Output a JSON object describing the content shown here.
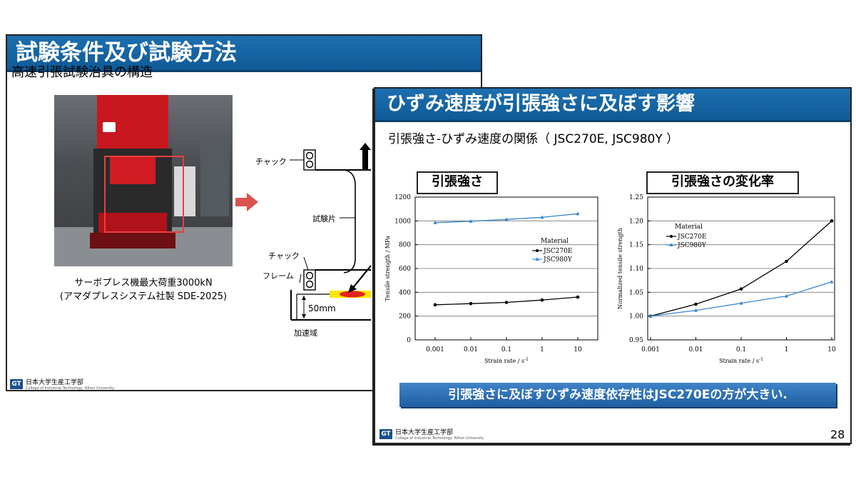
{
  "slide_back": {
    "title": "試験条件及び試験方法",
    "subtitle": "高速引張試験治具の構造",
    "caption_line1": "サーボプレス機最大荷重3000kN",
    "caption_line2": "(アマダプレスシステム社製  SDE-2025)",
    "diagram": {
      "chuck_top": "チャック",
      "specimen": "試験片",
      "chuck_mid": "チャック",
      "frame": "フレーム",
      "distance": "50mm",
      "acceleration": "加速域"
    },
    "logo_text": "日本大学生産工学部",
    "logo_sub": "College of Industrial Technology, Nihon University"
  },
  "slide_front": {
    "title": "ひずみ速度が引張強さに及ぼす影響",
    "subtitle": "引張強さ-ひずみ速度の関係（ JSC270E, JSC980Y ）",
    "chart1_heading": "引張強さ",
    "chart2_heading": "引張強さの変化率",
    "conclusion": "引張強さに及ぼすひずみ速度依存性はJSC270Eの方が大きい.",
    "logo_text": "日本大学生産工学部",
    "logo_sub": "College of Industrial Technology, Nihon University",
    "page_number": "28"
  },
  "colors": {
    "title_bar": "#1d6fb0",
    "series_black": "#000000",
    "series_blue": "#3a86c8",
    "press_red": "#c8171e"
  },
  "chart_data": [
    {
      "type": "line",
      "x_scale": "log",
      "x": [
        0.001,
        0.01,
        0.1,
        1,
        10
      ],
      "xtick_labels": [
        "0.001",
        "0.01",
        "0.1",
        "1",
        "10"
      ],
      "xlabel": "Strain rate / s",
      "xlabel_sup": "-1",
      "ylabel": "Tensile strength / MPa",
      "ylim": [
        0,
        1200
      ],
      "yticks": [
        0,
        200,
        400,
        600,
        800,
        1000,
        1200
      ],
      "legend_title": "Material",
      "legend_position": "right",
      "grid": "horizontal",
      "series": [
        {
          "name": "JSC270E",
          "color": "#000000",
          "values": [
            295,
            305,
            315,
            335,
            360
          ]
        },
        {
          "name": "JSC980Y",
          "color": "#3a86c8",
          "values": [
            985,
            997,
            1012,
            1030,
            1060
          ]
        }
      ]
    },
    {
      "type": "line",
      "x_scale": "log",
      "x": [
        0.001,
        0.01,
        0.1,
        1,
        10
      ],
      "xtick_labels": [
        "0.001",
        "0.01",
        "0.1",
        "1",
        "10"
      ],
      "xlabel": "Strain rate / s",
      "xlabel_sup": "-1",
      "ylabel": "Normalized tensile strength",
      "ylim": [
        0.95,
        1.25
      ],
      "yticks": [
        0.95,
        1.0,
        1.05,
        1.1,
        1.15,
        1.2,
        1.25
      ],
      "ytick_labels": [
        "0.95",
        "1.00",
        "1.05",
        "1.10",
        "1.15",
        "1.20",
        "1.25"
      ],
      "legend_title": "Material",
      "legend_position": "top-left",
      "grid": "horizontal",
      "series": [
        {
          "name": "JSC270E",
          "color": "#000000",
          "values": [
            1.0,
            1.025,
            1.057,
            1.115,
            1.2
          ]
        },
        {
          "name": "JSC980Y",
          "color": "#3a86c8",
          "values": [
            1.0,
            1.012,
            1.027,
            1.042,
            1.072
          ]
        }
      ]
    }
  ]
}
